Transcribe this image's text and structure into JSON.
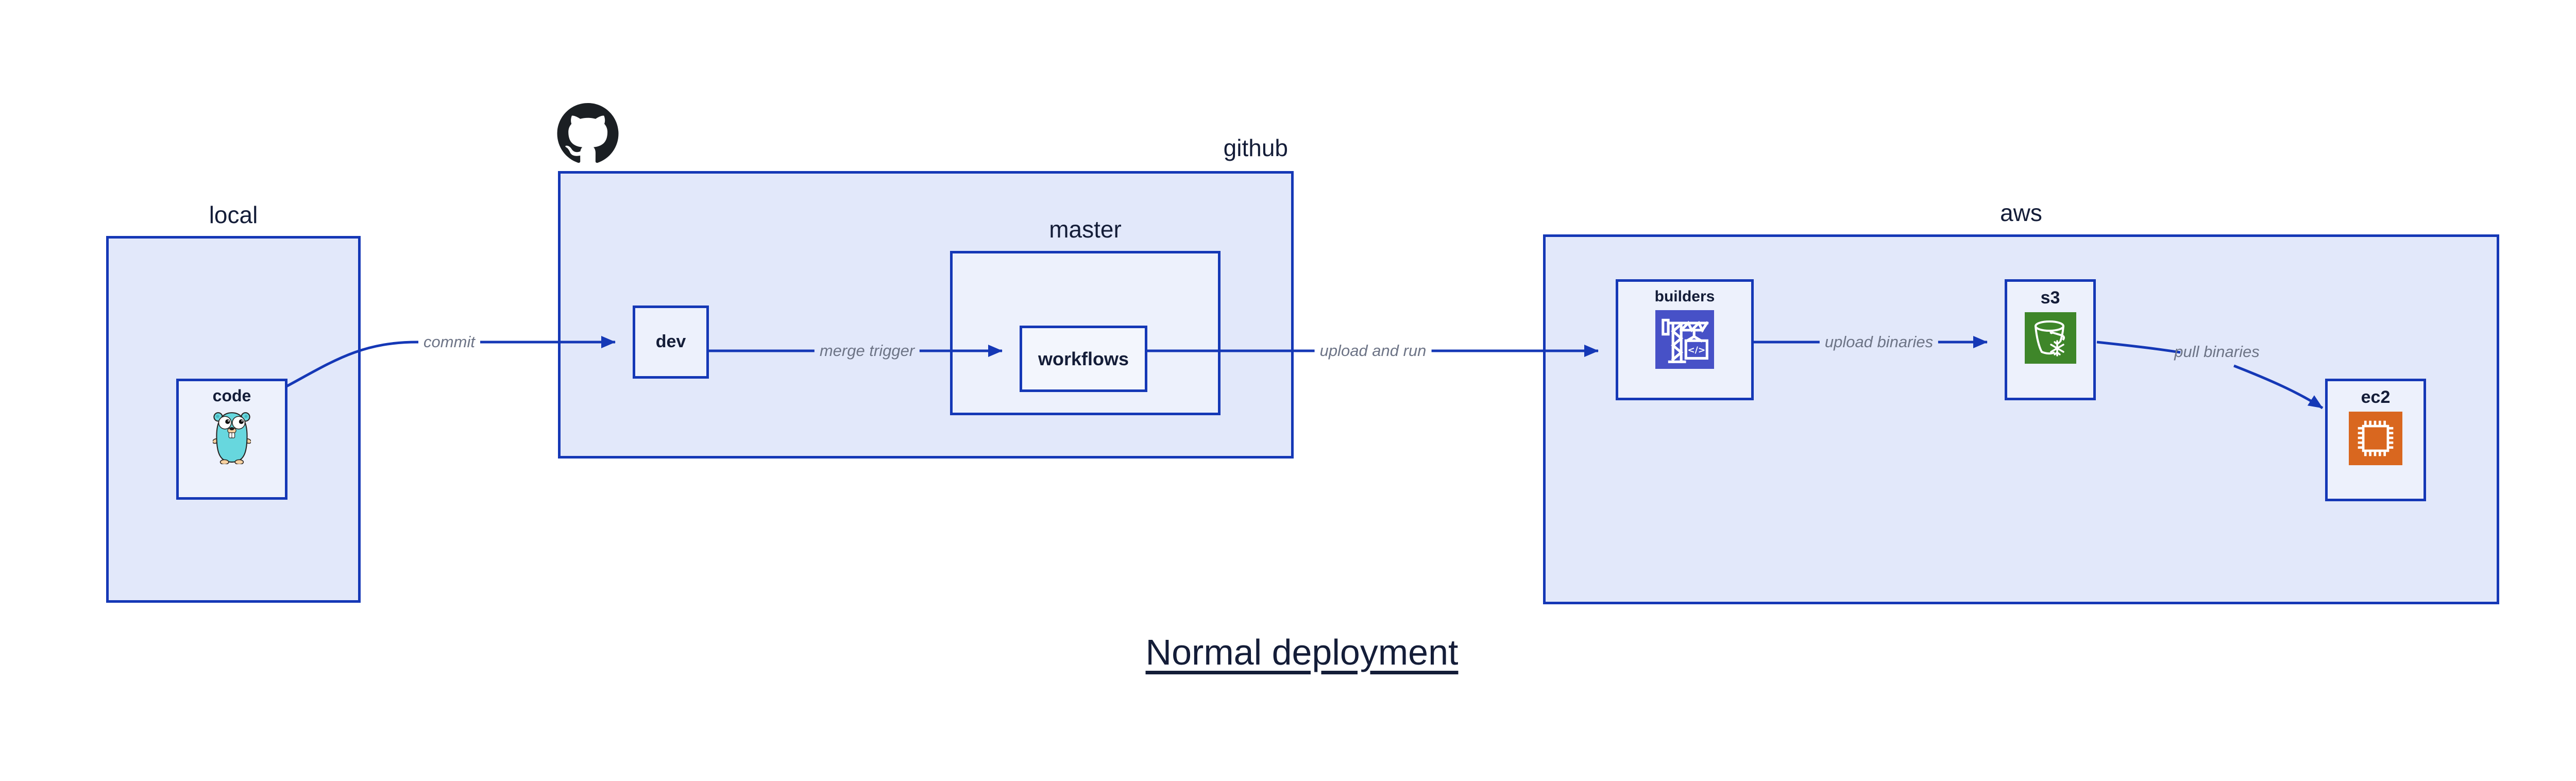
{
  "diagram": {
    "title": "Normal deployment",
    "groups": {
      "local": {
        "label": "local"
      },
      "github": {
        "label": "github"
      },
      "master": {
        "label": "master"
      },
      "aws": {
        "label": "aws"
      }
    },
    "nodes": {
      "code": {
        "label": "code",
        "icon": "go-gopher"
      },
      "dev": {
        "label": "dev"
      },
      "workflows": {
        "label": "workflows"
      },
      "builders": {
        "label": "builders",
        "icon": "aws-codebuild-crane"
      },
      "s3": {
        "label": "s3",
        "icon": "s3-bucket-snowflake"
      },
      "ec2": {
        "label": "ec2",
        "icon": "ec2-chip"
      }
    },
    "edges": {
      "commit": {
        "label": "commit",
        "from": "code",
        "to": "dev"
      },
      "merge_trigger": {
        "label": "merge trigger",
        "from": "dev",
        "to": "workflows"
      },
      "upload_and_run": {
        "label": "upload and run",
        "from": "workflows",
        "to": "builders"
      },
      "upload_binaries": {
        "label": "upload binaries",
        "from": "builders",
        "to": "s3"
      },
      "pull_binaries": {
        "label": "pull binaries",
        "from": "s3",
        "to": "ec2"
      }
    },
    "colors": {
      "stroke_blue": "#1538b6",
      "group_fill": "#e2e8fa",
      "node_fill": "#edf1fc",
      "workflows_fill": "#f3f6fd",
      "text_navy": "#141d38",
      "edge_label_gray": "#6d7486",
      "codebuild_indigo": "#4751c7",
      "s3_green": "#3e8629",
      "ec2_orange": "#d9671f",
      "github_black": "#1b1f23",
      "gopher_teal": "#67d7de"
    }
  }
}
